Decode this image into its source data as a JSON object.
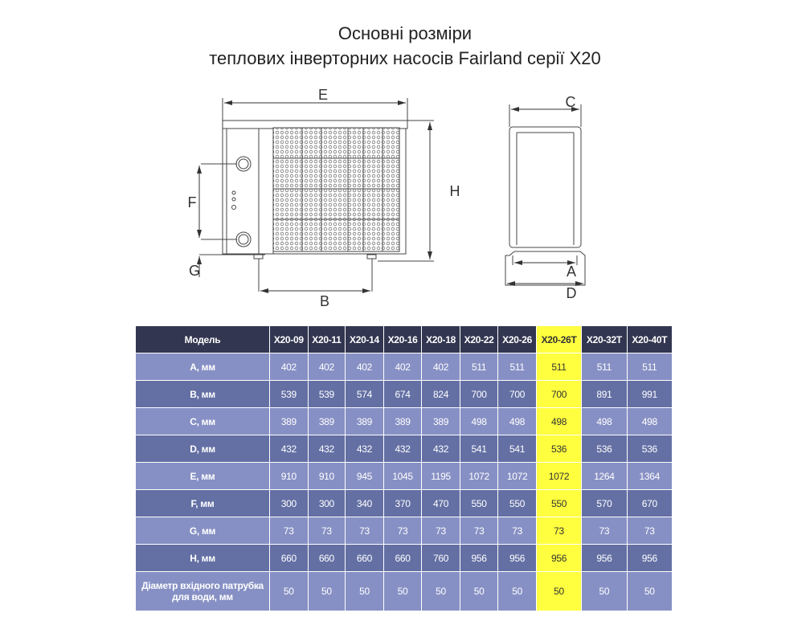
{
  "title": {
    "line1": "Основні розміри",
    "line2": "теплових інверторних насосів Fairland серії X20"
  },
  "diagram": {
    "labels": {
      "E": "E",
      "H": "H",
      "F": "F",
      "G": "G",
      "B": "B",
      "C": "C",
      "A": "A",
      "D": "D"
    }
  },
  "table": {
    "header_label": "Модель",
    "models": [
      "X20-09",
      "X20-11",
      "X20-14",
      "X20-16",
      "X20-18",
      "X20-22",
      "X20-26",
      "X20-26T",
      "X20-32T",
      "X20-40T"
    ],
    "highlight_model": "X20-26T",
    "highlight_color": "#ffff40",
    "rows": [
      {
        "label": "A, мм",
        "values": [
          "402",
          "402",
          "402",
          "402",
          "402",
          "511",
          "511",
          "511",
          "511",
          "511"
        ]
      },
      {
        "label": "B, мм",
        "values": [
          "539",
          "539",
          "574",
          "674",
          "824",
          "700",
          "700",
          "700",
          "891",
          "991"
        ]
      },
      {
        "label": "C, мм",
        "values": [
          "389",
          "389",
          "389",
          "389",
          "389",
          "498",
          "498",
          "498",
          "498",
          "498"
        ]
      },
      {
        "label": "D, мм",
        "values": [
          "432",
          "432",
          "432",
          "432",
          "432",
          "541",
          "541",
          "536",
          "536",
          "536"
        ]
      },
      {
        "label": "E, мм",
        "values": [
          "910",
          "910",
          "945",
          "1045",
          "1195",
          "1072",
          "1072",
          "1072",
          "1264",
          "1364"
        ]
      },
      {
        "label": "F, мм",
        "values": [
          "300",
          "300",
          "340",
          "370",
          "470",
          "550",
          "550",
          "550",
          "570",
          "670"
        ]
      },
      {
        "label": "G, мм",
        "values": [
          "73",
          "73",
          "73",
          "73",
          "73",
          "73",
          "73",
          "73",
          "73",
          "73"
        ]
      },
      {
        "label": "H, мм",
        "values": [
          "660",
          "660",
          "660",
          "660",
          "760",
          "956",
          "956",
          "956",
          "956",
          "956"
        ]
      },
      {
        "label": "Діаметр вхідного патрубка для води, мм",
        "values": [
          "50",
          "50",
          "50",
          "50",
          "50",
          "50",
          "50",
          "50",
          "50",
          "50"
        ]
      }
    ]
  }
}
